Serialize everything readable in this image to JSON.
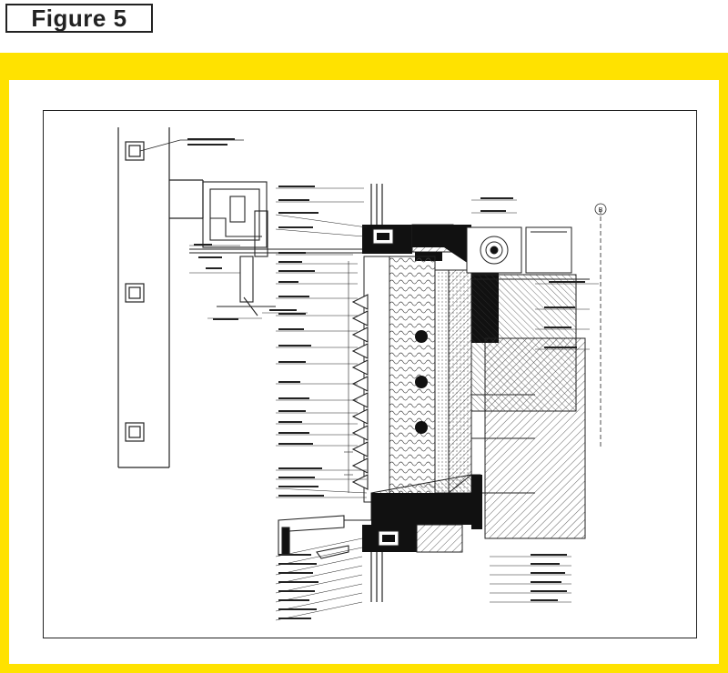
{
  "figure": {
    "label": "Figure 5"
  },
  "colors": {
    "frame": "#ffe200",
    "ink": "#1a1a1a",
    "background": "#ffffff"
  },
  "drawing": {
    "description_type": "architectural section detail",
    "grid_marker": "B"
  }
}
